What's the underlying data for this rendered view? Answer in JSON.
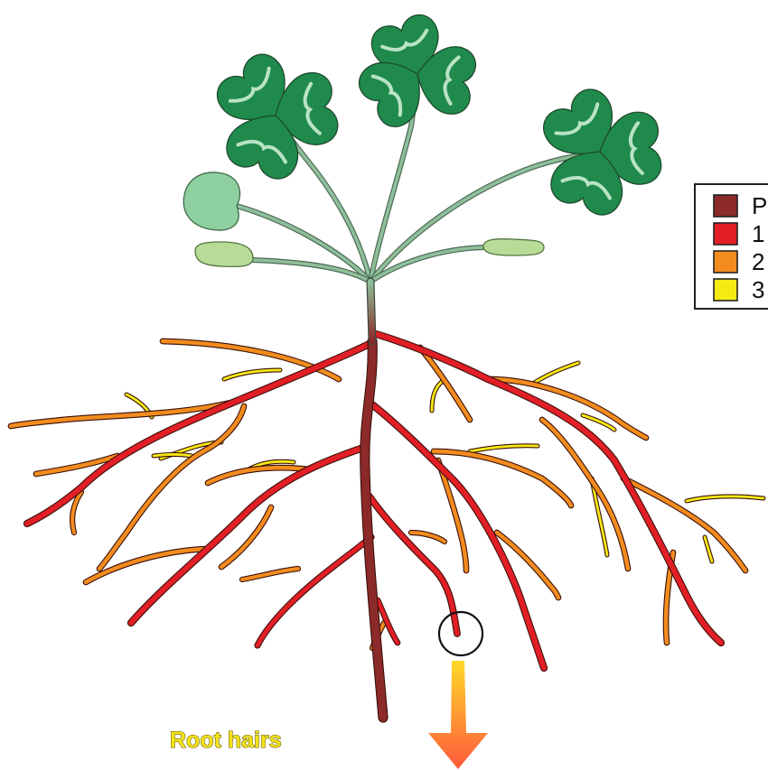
{
  "legend": {
    "items": [
      {
        "label": "P",
        "color": "#8c2a2a"
      },
      {
        "label": "1",
        "color": "#e21f26"
      },
      {
        "label": "2",
        "color": "#f28c1e"
      },
      {
        "label": "3",
        "color": "#f5ea14"
      }
    ]
  },
  "callout": {
    "label": "Root hairs",
    "arrow_colors": [
      "#ffd928",
      "#ff5a3c"
    ]
  },
  "colors": {
    "leaflet": "#1f8a4c",
    "leaflet_vein": "#b9e3c4",
    "petiole": "#8fbf9a",
    "cotyledon": "#8fd0a0",
    "seed_leaf": "#b8dc98"
  }
}
